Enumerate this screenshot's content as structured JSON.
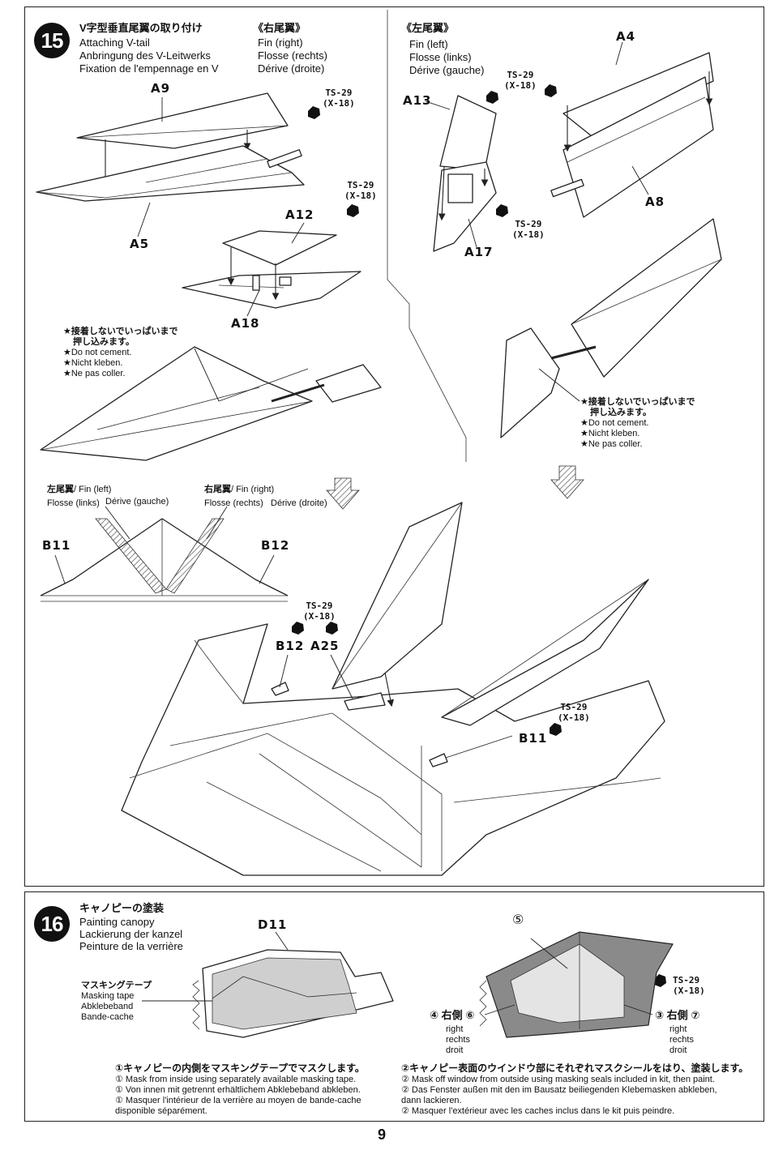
{
  "step15": {
    "number": "15",
    "title_jp": "V字型垂直尾翼の取り付け",
    "title_en": "Attaching V-tail",
    "title_de": "Anbringung des V-Leitwerks",
    "title_fr": "Fixation de l'empennage en V",
    "right_fin": {
      "jp": "《右尾翼》",
      "en": "Fin (right)",
      "de": "Flosse (rechts)",
      "fr": "Dérive (droite)"
    },
    "left_fin": {
      "jp": "《左尾翼》",
      "en": "Fin (left)",
      "de": "Flosse (links)",
      "fr": "Dérive (gauche)"
    },
    "parts": {
      "a9": "A9",
      "a5": "A5",
      "a12": "A12",
      "a18": "A18",
      "a13": "A13",
      "a17": "A17",
      "a4": "A4",
      "a8": "A8",
      "b11": "B11",
      "b12": "B12",
      "b11b": "B11",
      "b12b": "B12",
      "a25": "A25"
    },
    "screw_code": "TS-29",
    "screw_sub": "(X-18)",
    "note": {
      "jp1": "★接着しないでいっぱいまで",
      "jp2": "押し込みます。",
      "en": "★Do not cement.",
      "de": "★Nicht kleben.",
      "fr": "★Ne pas coller."
    },
    "front_view": {
      "left_label_jp": "左尾翼",
      "left_label": "/ Fin (left)",
      "left_sub1": "Flosse (links)",
      "left_sub2": "Dérive (gauche)",
      "right_label_jp": "右尾翼",
      "right_label": "/ Fin (right)",
      "right_sub1": "Flosse (rechts)",
      "right_sub2": "Dérive (droite)"
    }
  },
  "step16": {
    "number": "16",
    "title_jp": "キャノピーの塗装",
    "title_en": "Painting canopy",
    "title_de": "Lackierung der kanzel",
    "title_fr": "Peinture de la verrière",
    "part": "D11",
    "masking": {
      "jp": "マスキングテープ",
      "en": "Masking tape",
      "de": "Abklebeband",
      "fr": "Bande-cache"
    },
    "seal_top": "⑤",
    "left_seal": "④ 右側 ⑥",
    "right_seal": "③ 右側 ⑦",
    "side": {
      "en": "right",
      "de": "rechts",
      "fr": "droit"
    },
    "instr1": {
      "jp": "①キャノピーの内側をマスキングテープでマスクします。",
      "en": "① Mask from inside using separately available masking tape.",
      "de": "① Von innen mit getrennt erhältlichem Abklebeband abkleben.",
      "fr1": "① Masquer l'intérieur de la verrière au moyen de bande-cache",
      "fr2": "disponible séparément."
    },
    "instr2": {
      "jp": "②キャノピー表面のウインドウ部にそれぞれマスクシールをはり、塗装します。",
      "en": "② Mask off window from outside using masking seals included in kit, then paint.",
      "de1": "② Das Fenster außen mit den im Bausatz beiliegenden Klebemasken abkleben,",
      "de2": "dann lackieren.",
      "fr": "② Masquer l'extérieur avec les caches inclus dans le kit puis peindre."
    }
  },
  "page_number": "9"
}
